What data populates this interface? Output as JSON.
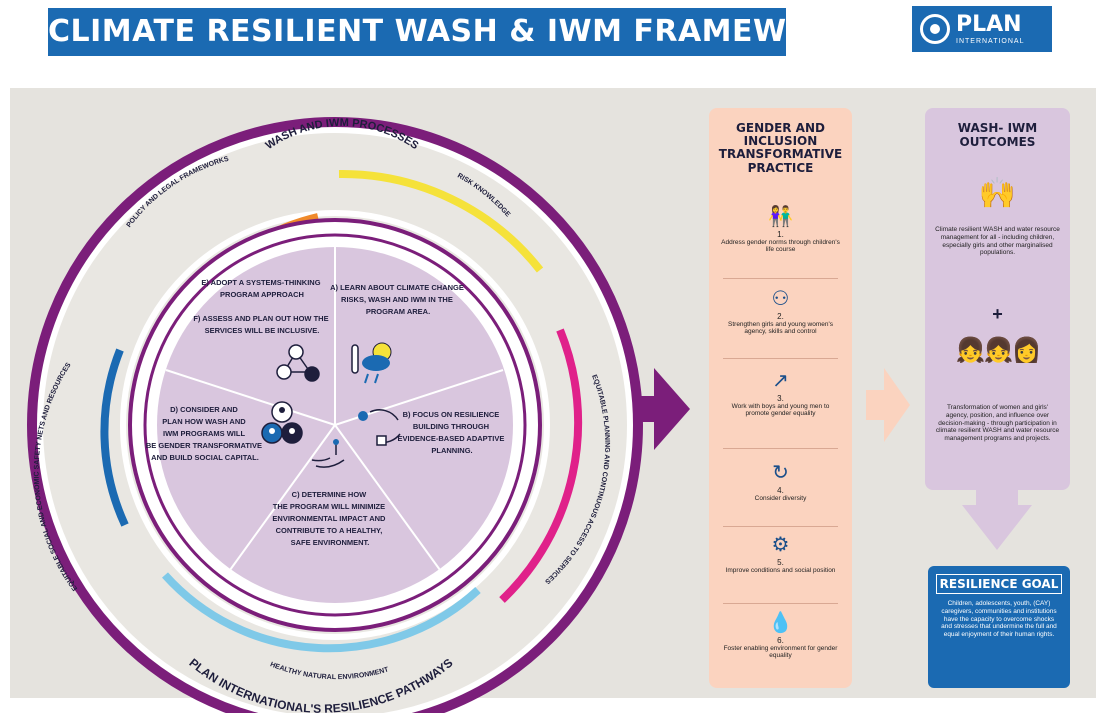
{
  "header": {
    "title": "CLIMATE RESILIENT WASH & IWM FRAMEWORK"
  },
  "logo": {
    "name": "PLAN",
    "sub": "INTERNATIONAL"
  },
  "wheel": {
    "inner_title": "WASH AND IWM PROCESSES",
    "outer_title": "PLAN INTERNATIONAL'S RESILIENCE PATHWAYS",
    "ring_labels": {
      "policy": "POLICY AND LEGAL FRAMEWORKS",
      "risk": "RISK KNOWLEDGE",
      "equitable": "EQUITABLE PLANNING AND CONTINUOUS ACCESS TO SERVICES",
      "environment": "HEALTHY NATURAL ENVIRONMENT",
      "safety": "EQUITABLE SOCIAL AND ECONOMIC SAFETY NETS AND RESOURCES"
    },
    "segments": {
      "a": [
        "A) LEARN ABOUT CLIMATE CHANGE",
        "RISKS, WASH AND IWM IN THE",
        "PROGRAM AREA."
      ],
      "b": [
        "B) FOCUS ON RESILIENCE",
        "BUILDING THROUGH",
        "EVIDENCE-BASED ADAPTIVE",
        "PLANNING."
      ],
      "c": [
        "C) DETERMINE HOW",
        "THE PROGRAM WILL MINIMIZE",
        "ENVIRONMENTAL IMPACT AND",
        "CONTRIBUTE TO A HEALTHY,",
        "SAFE ENVIRONMENT."
      ],
      "d": [
        "D) CONSIDER AND",
        "PLAN HOW WASH AND",
        "IWM PROGRAMS WILL",
        "BE GENDER TRANSFORMATIVE",
        "AND BUILD SOCIAL CAPITAL."
      ],
      "e": [
        "E) ADOPT A SYSTEMS-THINKING",
        "PROGRAM APPROACH"
      ],
      "f": [
        "F) ASSESS AND PLAN OUT HOW THE",
        "SERVICES WILL BE INCLUSIVE."
      ]
    }
  },
  "gender": {
    "title": "GENDER AND INCLUSION TRANSFORMATIVE PRACTICE",
    "items": [
      {
        "num": "1.",
        "text": "Address gender norms through children's life course"
      },
      {
        "num": "2.",
        "text": "Strengthen girls and young women's agency, skills and control"
      },
      {
        "num": "3.",
        "text": "Work with boys and young men to promote gender equality"
      },
      {
        "num": "4.",
        "text": "Consider diversity"
      },
      {
        "num": "5.",
        "text": "Improve conditions and social position"
      },
      {
        "num": "6.",
        "text": "Foster enabling environment for gender equality"
      }
    ]
  },
  "outcomes": {
    "title": "WASH- IWM OUTCOMES",
    "text1": "Climate resilient WASH and water resource management for all - including children, especially girls and other marginalised populations.",
    "plus": "+",
    "text2": "Transformation of women and girls' agency, position, and influence over decision-making - through participation in climate resilient WASH and water resource management programs and projects."
  },
  "goal": {
    "title": "RESILIENCE GOAL",
    "text": "Children, adolescents, youth, (CAY) caregivers, communities and institutions have the capacity to overcome shocks and stresses that undermine the full and equal enjoyment of their human rights."
  },
  "colors": {
    "blue": "#1b6ab2",
    "purple": "#7b1e7a",
    "lilac": "#d9c6de",
    "peach": "#fbd3bf",
    "orange": "#f08a2a",
    "yellow": "#f5e23a",
    "magenta": "#e0218a",
    "cyan": "#7fc9e8"
  }
}
